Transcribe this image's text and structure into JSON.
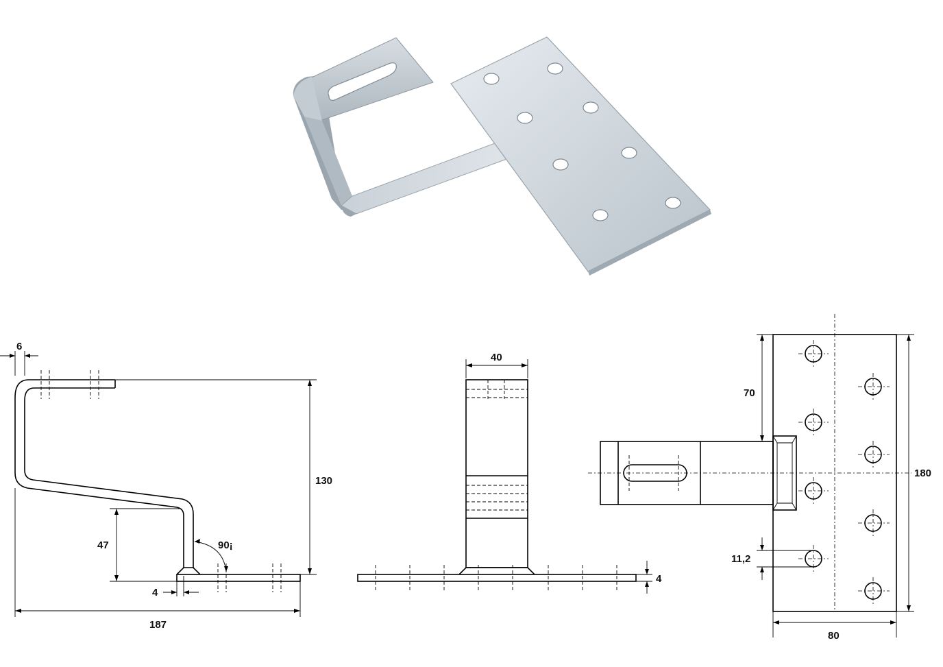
{
  "drawing": {
    "side_view": {
      "top_offset": "6",
      "height": "130",
      "lower_height": "47",
      "thickness": "4",
      "angle": "90¡",
      "length": "187"
    },
    "front_view": {
      "width": "40",
      "plate_thickness": "4"
    },
    "top_view": {
      "offset": "70",
      "hole_diameter": "11,2",
      "height": "180",
      "width": "80"
    }
  },
  "colors": {
    "metal_light": "#dde3e8",
    "metal_mid": "#b8c2ca",
    "metal_dark": "#8e99a3",
    "line": "#000000"
  }
}
